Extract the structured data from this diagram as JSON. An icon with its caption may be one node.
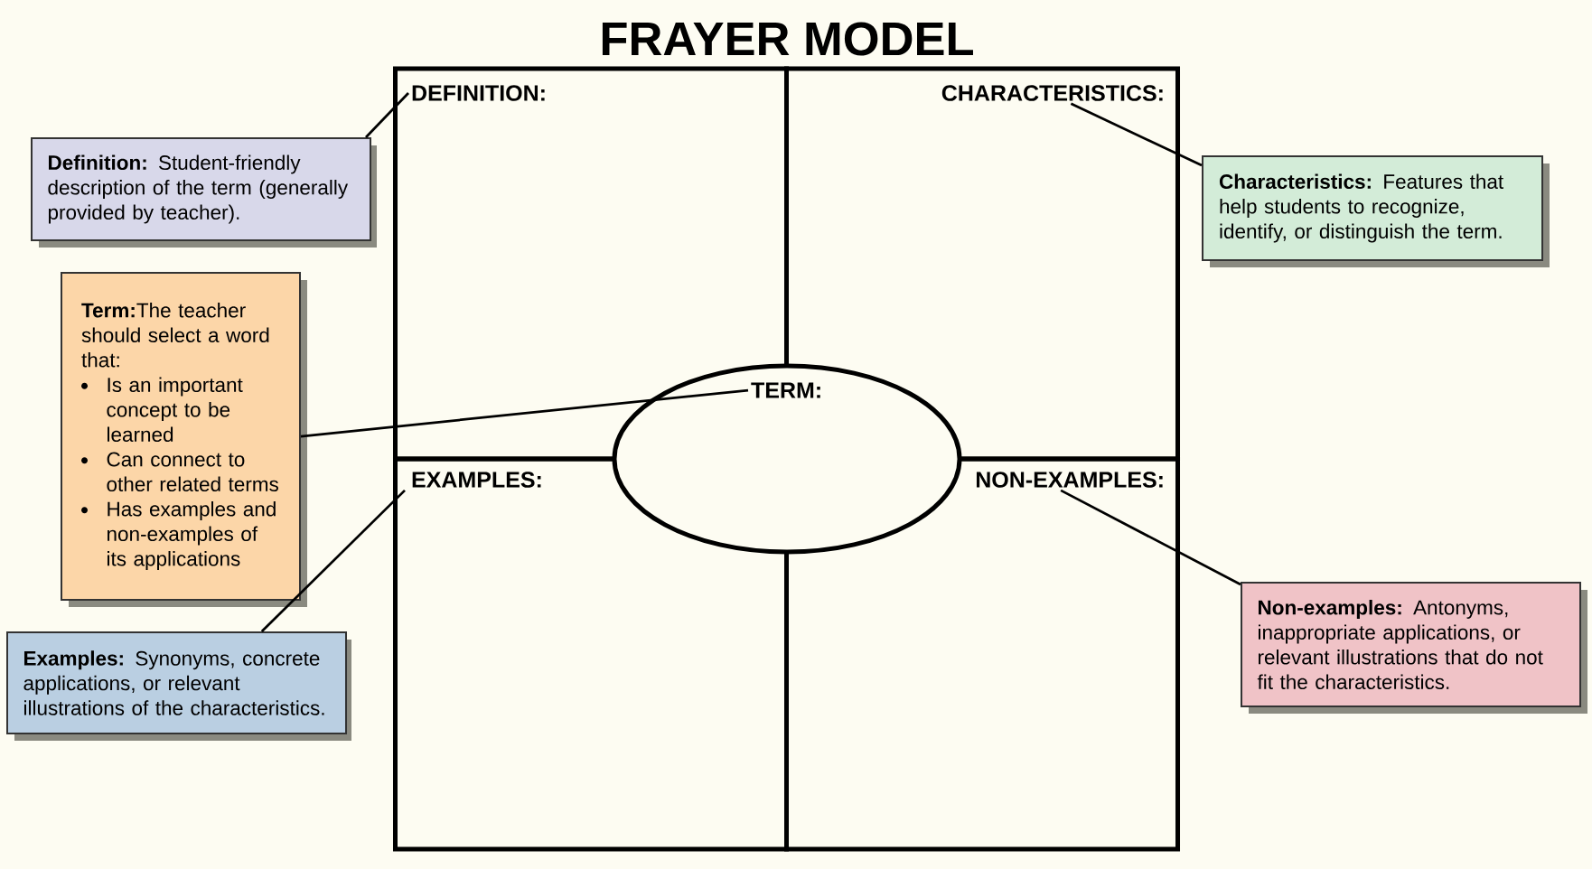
{
  "diagram": {
    "title": "FRAYER MODEL",
    "nodes": [
      {
        "text": [
          "DEFINITION:"
        ]
      },
      {
        "text": [
          "CHARACTERISTICS:"
        ]
      },
      {
        "text": [
          "EXAMPLES:"
        ]
      },
      {
        "text": [
          "NON-EXAMPLES:"
        ]
      },
      {
        "text": [
          "TERM:"
        ]
      },
      {
        "text": [
          "**Definition:** Student-friendly description of the term (generally provided by teacher)."
        ]
      },
      {
        "text": [
          "**Term:**The teacher should select a word that:",
          "Is an important concept to be learned",
          "Can connect to other related terms",
          "Has examples and non-examples of its applications"
        ]
      },
      {
        "text": [
          "**Characteristics:** Features that help students to recognize, identify, or distinguish the term."
        ]
      },
      {
        "text": [
          "**Examples:** Synonyms, concrete applications, or relevant illustrations of the characteristics."
        ]
      },
      {
        "text": [
          "**Non-examples:** Antonyms, inappropriate applications, or relevant illustrations that do not fit the characteristics."
        ]
      }
    ],
    "edges": [
      {
        "from": 5,
        "to": 0,
        "arrow": "none"
      },
      {
        "from": 6,
        "to": 4,
        "arrow": "none"
      },
      {
        "from": 7,
        "to": 1,
        "arrow": "none"
      },
      {
        "from": 8,
        "to": 2,
        "arrow": "none"
      },
      {
        "from": 9,
        "to": 3,
        "arrow": "none"
      }
    ]
  }
}
